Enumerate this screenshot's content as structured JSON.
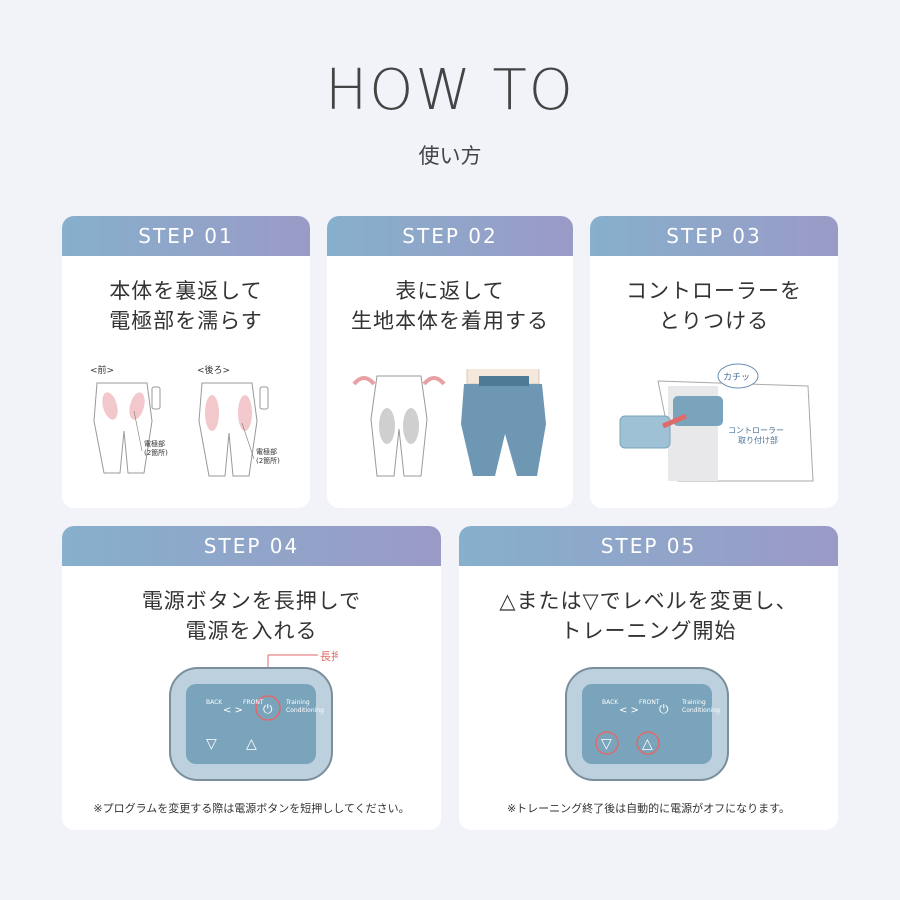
{
  "header": {
    "title": "HOW TO",
    "subtitle": "使い方"
  },
  "steps": [
    {
      "label": "STEP 01",
      "line1": "本体を裏返して",
      "line2": "電極部を濡らす",
      "front_label": "<前>",
      "back_label": "<後ろ>",
      "callout_a": "電極部",
      "callout_a2": "(2箇所)",
      "callout_b": "電極部",
      "callout_b2": "(2箇所)"
    },
    {
      "label": "STEP 02",
      "line1": "表に返して",
      "line2": "生地本体を着用する"
    },
    {
      "label": "STEP 03",
      "line1": "コントローラーを",
      "line2": "とりつける",
      "click": "カチッ",
      "mount1": "コントローラー",
      "mount2": "取り付け部"
    },
    {
      "label": "STEP 04",
      "line1": "電源ボタンを長押しで",
      "line2": "電源を入れる",
      "hold": "長押し",
      "note": "※プログラムを変更する際は電源ボタンを短押ししてください。"
    },
    {
      "label": "STEP 05",
      "line1": "△または▽でレベルを変更し、",
      "line2": "トレーニング開始",
      "note": "※トレーニング終了後は自動的に電源がオフになります。"
    }
  ],
  "controller": {
    "back": "BACK",
    "front": "FRONT",
    "arrows": "< >",
    "mode1": "Training",
    "mode2": "Conditioning"
  },
  "colors": {
    "accent_start": "#86b0cc",
    "accent_end": "#9a9ac6",
    "highlight": "#e06a6a",
    "device": "#7aa4bb"
  }
}
